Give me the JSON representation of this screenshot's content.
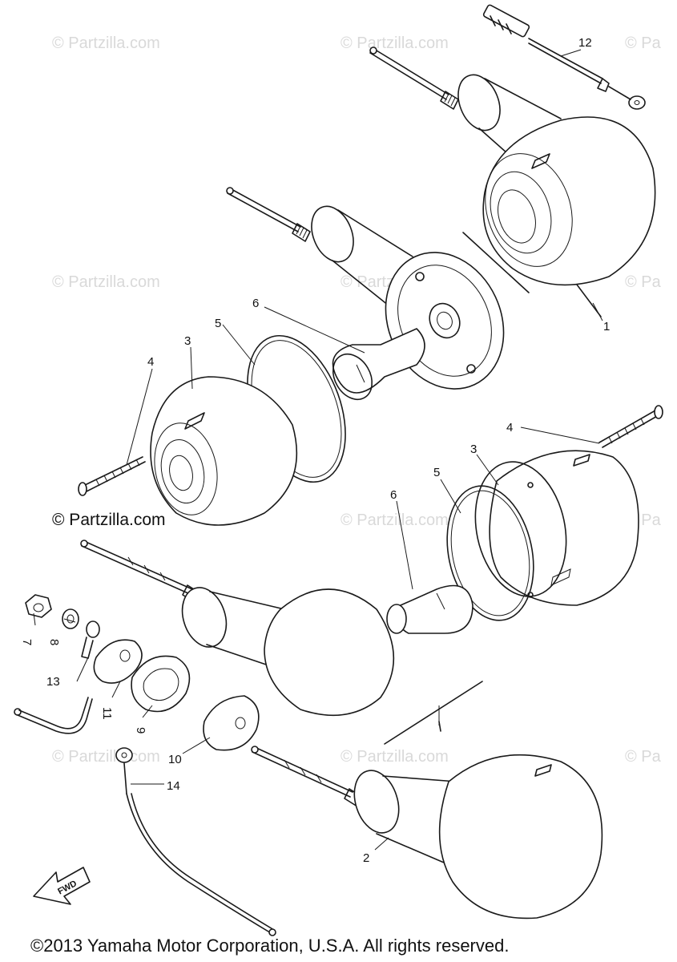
{
  "watermarks": {
    "faint": "© Partzilla.com",
    "faint_cut": "© Pa",
    "strong": "© Partzilla.com"
  },
  "callouts": {
    "c1": "1",
    "c2": "2",
    "c3a": "3",
    "c3b": "3",
    "c4a": "4",
    "c4b": "4",
    "c5a": "5",
    "c5b": "5",
    "c6a": "6",
    "c6b": "6",
    "c7": "7",
    "c8": "8",
    "c9": "9",
    "c10": "10",
    "c11": "11",
    "c12": "12",
    "c13": "13",
    "c14": "14"
  },
  "direction_label": "FWD",
  "copyright": "©2013 Yamaha Motor Corporation, U.S.A. All rights reserved."
}
